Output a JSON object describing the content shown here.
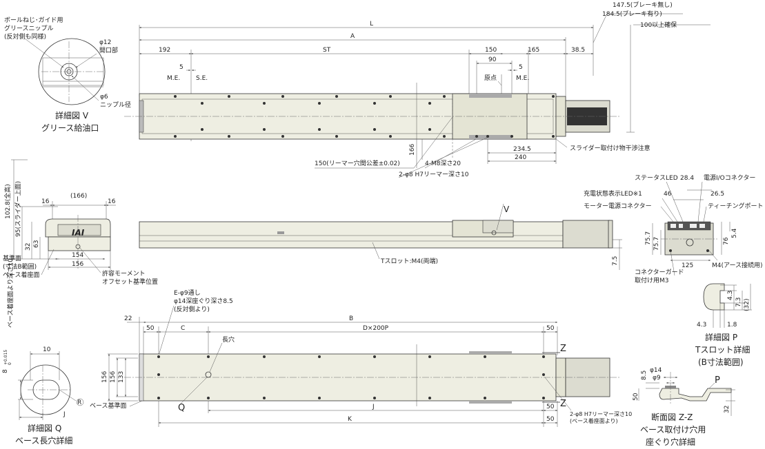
{
  "top_view": {
    "L": "L",
    "A": "A",
    "ST": "ST",
    "d192": "192",
    "d150": "150",
    "d90": "90",
    "d165": "165",
    "d38_5": "38.5",
    "d5a": "5",
    "d5b": "5",
    "me_left": "M.E.",
    "se": "S.E.",
    "origin": "原点",
    "me_right": "M.E.",
    "brake_none": "147.5(ブレーキ無し)",
    "brake_with": "184.5(ブレーキ有り)",
    "clearance": "100以上確保",
    "d166": "166",
    "d234_5": "234.5",
    "d240": "240",
    "slider_note": "スライダー取付け物干渉注意",
    "ream_pitch": "150(リーマー穴間公差±0.02)",
    "tap": "4-M8深さ20",
    "ream": "2-φ8 H7リーマー深さ10"
  },
  "detail_v": {
    "grease_nipple_1": "ボールねじ･ガイド用",
    "grease_nipple_2": "グリースニップル",
    "grease_nipple_3": "(反対側も同様)",
    "phi12": "φ12",
    "opening": "開口部",
    "phi6": "φ6",
    "nipple_dia": "ニップル径",
    "title": "詳細図 V",
    "subtitle": "グリース給油口"
  },
  "end_view": {
    "overall": "102.8(全高)",
    "slider_top": "95(スライダー上面)",
    "d16a": "16",
    "d166": "(166)",
    "d16b": "16",
    "d63": "63",
    "d32": "32",
    "d154": "154",
    "d156": "156",
    "datum_1": "基準面",
    "datum_2": "(寸法B範囲)",
    "base_seat": "ベース着座面",
    "moment_1": "許容モーメント",
    "moment_2": "オフセット基準位置",
    "logo": "IAI"
  },
  "side_view": {
    "v_label": "V",
    "tslot": "Tスロット:M4(両端)",
    "d7_5": "7.5"
  },
  "motor_end": {
    "status_led": "ステータスLED",
    "d28_4": "28.4",
    "power_io": "電源I/Oコネクター",
    "charge_led": "充電状態表示LED※1",
    "d46": "46",
    "d26_5": "26.5",
    "motor_power": "モーター電源コネクター",
    "teaching": "ティーチングポート",
    "d75_7": "75.7",
    "d76": "76",
    "d5_4": "5.4",
    "d125": "125",
    "guard_1": "コネクターガード",
    "guard_2": "取付け用M3",
    "earth": "M4(アース接続用)"
  },
  "detail_p": {
    "d4_3a": "4.3",
    "d7_3": "7.3",
    "d32": "(32)",
    "d4_3b": "4.3",
    "d1_8": "1.8",
    "title": "詳細図 P",
    "subtitle_1": "Tスロット詳細",
    "subtitle_2": "(B寸法範囲)"
  },
  "bottom_view": {
    "through": "E-φ9通し",
    "counterbore_1": "φ14深座ぐり深さ8.5",
    "counterbore_2": "(反対側より)",
    "d22": "22",
    "d50a": "50",
    "C": "C",
    "B": "B",
    "Dx200P": "D×200P",
    "d50b": "50",
    "slot": "長穴",
    "d156": "156",
    "d133": "133",
    "Q": "Q",
    "Z_top": "Z",
    "Z_bot": "Z",
    "J": "J",
    "K": "K",
    "d50c": "50",
    "d50d": "50",
    "ream_1": "2-φ8 H7リーマー深さ10",
    "ream_2": "(ベース着座面より)",
    "base_datum": "ベース基準面"
  },
  "detail_q": {
    "depth": "ベース着座面より深さ10",
    "tol": "8",
    "tol_upper": "+0.015",
    "tol_lower": "0",
    "d10": "10",
    "R": "R",
    "J": "J",
    "title": "詳細図 Q",
    "subtitle": "ベース長穴詳細"
  },
  "section_zz": {
    "phi14": "φ14",
    "phi9": "φ9",
    "d8_5": "8.5",
    "d50": "50",
    "d32": "32",
    "P": "P",
    "title": "断面図 Z-Z",
    "subtitle_1": "ベース取付け穴用",
    "subtitle_2": "座ぐり穴詳細"
  }
}
